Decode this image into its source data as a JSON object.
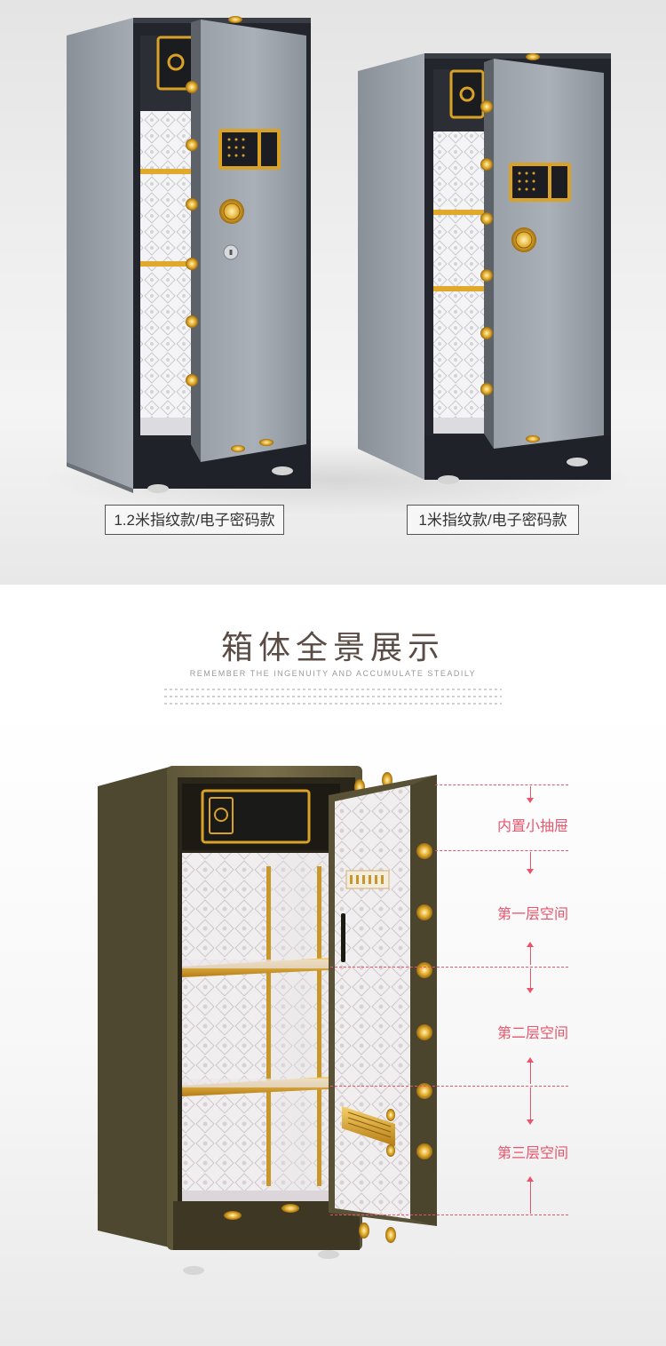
{
  "variants": [
    {
      "label": "1.2米指纹款/电子密码款"
    },
    {
      "label": "1米指纹款/电子密码款"
    }
  ],
  "section": {
    "title": "箱体全景展示",
    "subtitle": "REMEMBER THE INGENUITY AND ACCUMULATE STEADILY"
  },
  "zones": [
    {
      "label": "内置小抽屉"
    },
    {
      "label": "第一层空间"
    },
    {
      "label": "第二层空间"
    },
    {
      "label": "第三层空间"
    }
  ],
  "colors": {
    "accent": "#e8546b",
    "gold": "#d9a227",
    "gray_body": "#8e949c",
    "bronze_body": "#6e6547",
    "title": "#5a4c45"
  },
  "icons": {
    "fingerprint_lock": "fingerprint-lock-icon",
    "dial_lock": "dial-lock-icon",
    "keyhole": "keyhole-icon"
  }
}
